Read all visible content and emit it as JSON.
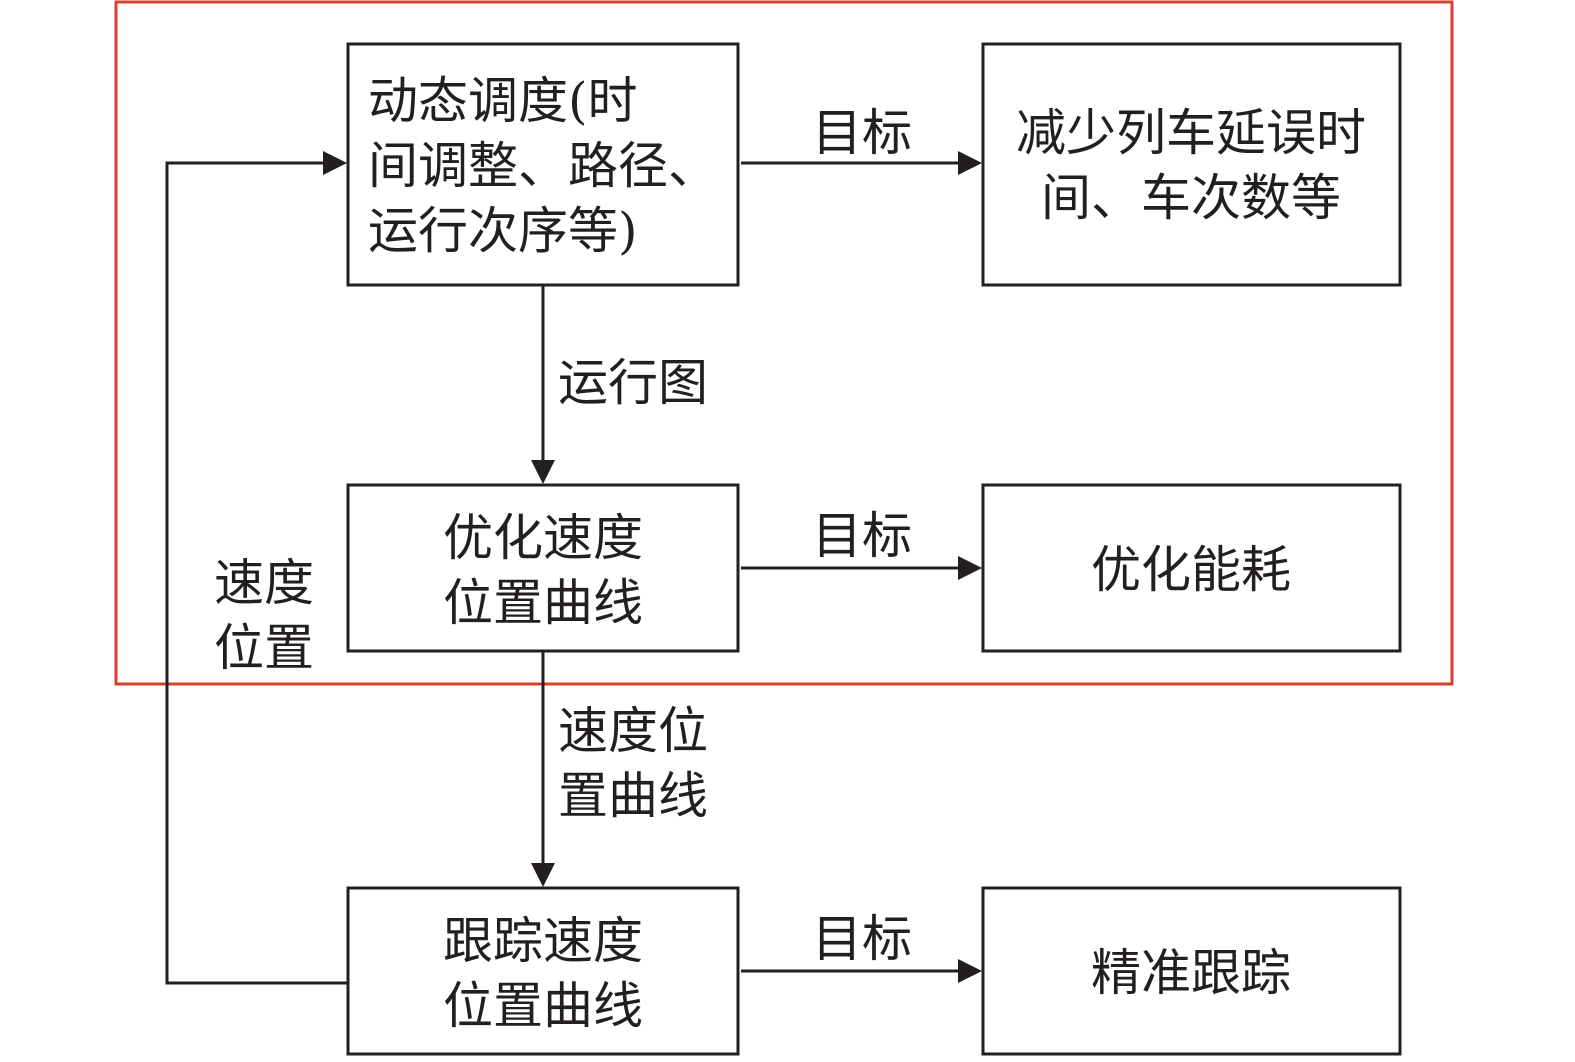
{
  "colors": {
    "stroke": "#231f20",
    "frame": "#d9402f",
    "background": "#ffffff"
  },
  "nodes": {
    "dispatch": {
      "lines": [
        "动态调度(时",
        "间调整、路径、",
        "运行次序等)"
      ]
    },
    "delay_goal": {
      "lines": [
        "减少列车延误时",
        "间、车次数等"
      ]
    },
    "optimize": {
      "lines": [
        "优化速度",
        "位置曲线"
      ]
    },
    "energy_goal": {
      "lines": [
        "优化能耗"
      ]
    },
    "tracking": {
      "lines": [
        "跟踪速度",
        "位置曲线"
      ]
    },
    "tracking_goal": {
      "lines": [
        "精准跟踪"
      ]
    }
  },
  "edges": {
    "goal_top": "目标",
    "goal_mid": "目标",
    "goal_bottom": "目标",
    "timetable": "运行图",
    "speed_position_curve": [
      "速度位",
      "置曲线"
    ],
    "feedback": [
      "速度",
      "位置"
    ]
  }
}
